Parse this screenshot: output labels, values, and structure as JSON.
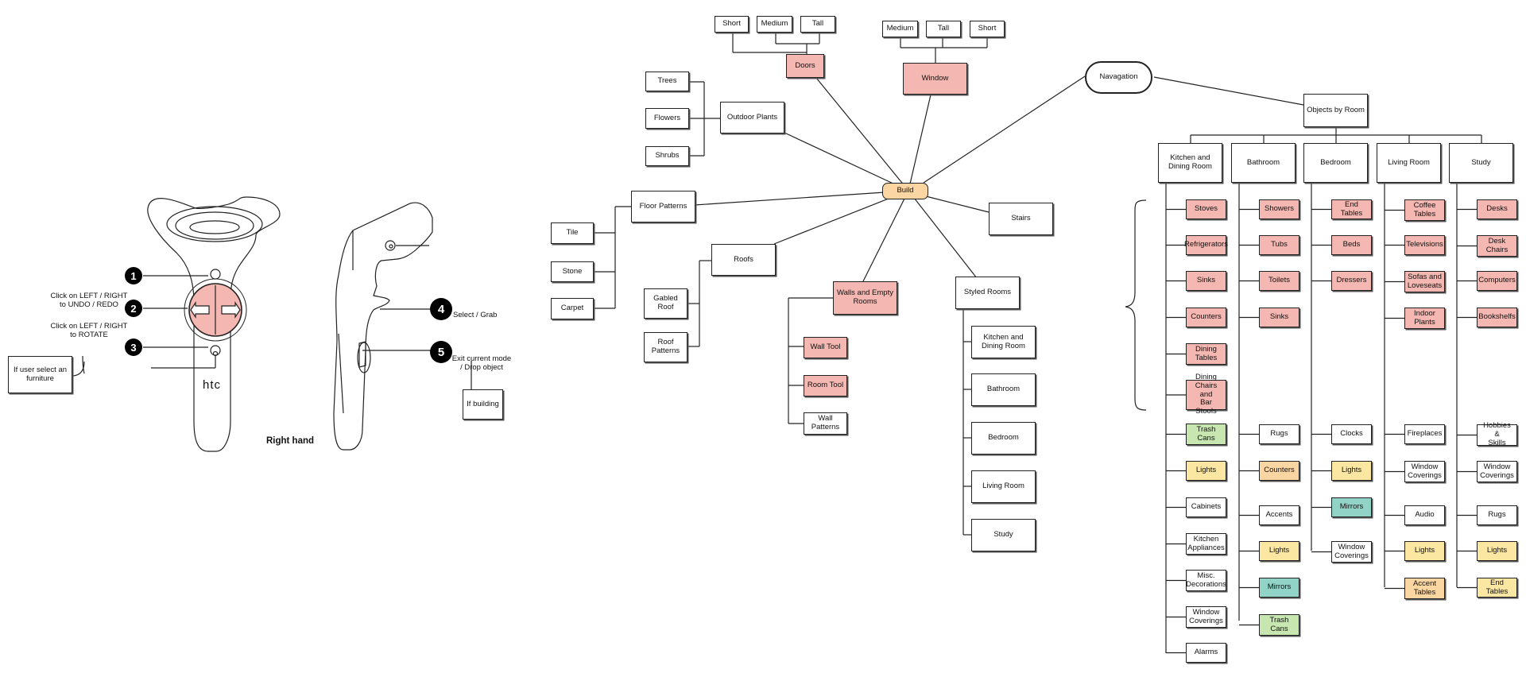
{
  "controller": {
    "brand": "htc",
    "hand_label": "Right hand",
    "badges": [
      "1",
      "2",
      "3",
      "4",
      "5"
    ],
    "undo_redo": "Click on LEFT / RIGHT\nto UNDO / REDO",
    "rotate": "Click on LEFT / RIGHT\nto ROTATE",
    "furniture_note": "If user select an\nfurniture",
    "select_grab": "Select / Grab",
    "exit_drop": "Exit current mode\n/ Drop object",
    "if_building": "If building",
    "pad_color": "#f5b7b1"
  },
  "build": {
    "center": "Build",
    "doors": "Doors",
    "doors_opts": [
      "Short",
      "Medium",
      "Tall"
    ],
    "window": "Window",
    "window_opts": [
      "Medium",
      "Tall",
      "Short"
    ],
    "outdoor": "Outdoor Plants",
    "outdoor_opts": [
      "Trees",
      "Flowers",
      "Shrubs"
    ],
    "floor": "Floor Patterns",
    "floor_opts": [
      "Tile",
      "Stone",
      "Carpet"
    ],
    "roofs": "Roofs",
    "roofs_opts": [
      "Gabled\nRoof",
      "Roof\nPatterns"
    ],
    "walls": "Walls and Empty\nRooms",
    "walls_opts": [
      "Wall Tool",
      "Room Tool",
      "Wall\nPatterns"
    ],
    "stairs": "Stairs",
    "styled": "Styled Rooms",
    "styled_opts": [
      "Kitchen and\nDining Room",
      "Bathroom",
      "Bedroom",
      "Living Room",
      "Study"
    ]
  },
  "nav": {
    "navigation": "Navagation",
    "objects": "Objects by Room",
    "rooms": [
      "Kitchen and\nDining Room",
      "Bathroom",
      "Bedroom",
      "Living Room",
      "Study"
    ],
    "kitchen": [
      {
        "label": "Stoves",
        "color": "red"
      },
      {
        "label": "Refrigerators",
        "color": "red"
      },
      {
        "label": "Sinks",
        "color": "red"
      },
      {
        "label": "Counters",
        "color": "red"
      },
      {
        "label": "Dining\nTables",
        "color": "red"
      },
      {
        "label": "Dining\nChairs and\nBar Stools",
        "color": "red"
      },
      {
        "label": "Trash\nCans",
        "color": "green"
      },
      {
        "label": "Lights",
        "color": "yellow"
      },
      {
        "label": "Cabinets",
        "color": "white"
      },
      {
        "label": "Kitchen\nAppliances",
        "color": "white"
      },
      {
        "label": "Misc.\nDecorations",
        "color": "white"
      },
      {
        "label": "Window\nCoverings",
        "color": "white"
      },
      {
        "label": "Alarms",
        "color": "white"
      }
    ],
    "bathroom": [
      {
        "label": "Showers",
        "color": "red"
      },
      {
        "label": "Tubs",
        "color": "red"
      },
      {
        "label": "Toilets",
        "color": "red"
      },
      {
        "label": "Sinks",
        "color": "red"
      },
      {
        "label": "Rugs",
        "color": "white"
      },
      {
        "label": "Counters",
        "color": "orange"
      },
      {
        "label": "Accents",
        "color": "white"
      },
      {
        "label": "Lights",
        "color": "yellow"
      },
      {
        "label": "Mirrors",
        "color": "teal"
      },
      {
        "label": "Trash\nCans",
        "color": "green"
      }
    ],
    "bedroom": [
      {
        "label": "End Tables",
        "color": "red"
      },
      {
        "label": "Beds",
        "color": "red"
      },
      {
        "label": "Dressers",
        "color": "red"
      },
      {
        "label": "Clocks",
        "color": "white"
      },
      {
        "label": "Lights",
        "color": "yellow"
      },
      {
        "label": "Mirrors",
        "color": "teal"
      },
      {
        "label": "Window\nCoverings",
        "color": "white"
      }
    ],
    "living": [
      {
        "label": "Coffee\nTables",
        "color": "red"
      },
      {
        "label": "Televisions",
        "color": "red"
      },
      {
        "label": "Sofas and\nLoveseats",
        "color": "red"
      },
      {
        "label": "Indoor\nPlants",
        "color": "red"
      },
      {
        "label": "Fireplaces",
        "color": "white"
      },
      {
        "label": "Window\nCoverings",
        "color": "white"
      },
      {
        "label": "Audio",
        "color": "white"
      },
      {
        "label": "Lights",
        "color": "yellow"
      },
      {
        "label": "Accent\nTables",
        "color": "orange"
      }
    ],
    "study": [
      {
        "label": "Desks",
        "color": "red"
      },
      {
        "label": "Desk\nChairs",
        "color": "red"
      },
      {
        "label": "Computers",
        "color": "red"
      },
      {
        "label": "Bookshelfs",
        "color": "red"
      },
      {
        "label": "Hobbies &\nSkills",
        "color": "white"
      },
      {
        "label": "Window\nCoverings",
        "color": "white"
      },
      {
        "label": "Rugs",
        "color": "white"
      },
      {
        "label": "Lights",
        "color": "yellow"
      },
      {
        "label": "End Tables",
        "color": "yellow"
      }
    ]
  },
  "colors": {
    "red": "#f5b7b1",
    "orange": "#fbd6a2",
    "yellow": "#fbe7a1",
    "green": "#c8e6b0",
    "teal": "#92d3c7",
    "line": "#222222"
  }
}
